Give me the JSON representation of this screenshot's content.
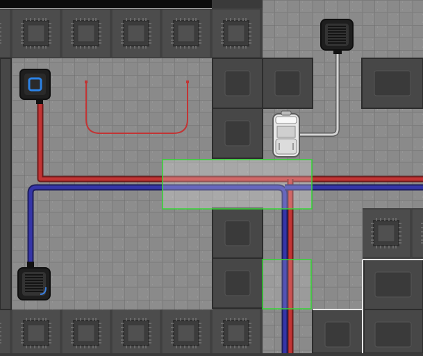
{
  "scene": {
    "type": "top-down station map",
    "colors": {
      "floor": "#8a8a8a",
      "floor_grid": "#6f6f6f",
      "wall": "#474747",
      "wall_dark": "#2f2f2f",
      "pipe_supply": "#b52a2a",
      "pipe_scrubber": "#2f2f9b",
      "pipe_grey": "#cfcfcf",
      "selection_outline": "#33d633",
      "selection_fill": "#ffffff"
    },
    "objects": [
      {
        "id": "air-alarm",
        "kind": "wall-mounted device",
        "accent": "blue"
      },
      {
        "id": "vent-top-right",
        "kind": "air vent"
      },
      {
        "id": "vent-bottom-left",
        "kind": "air vent"
      },
      {
        "id": "canister",
        "kind": "gas canister",
        "color": "white"
      }
    ],
    "selections": [
      {
        "id": "selection-main",
        "kind": "highlighted tiles"
      },
      {
        "id": "selection-lower",
        "kind": "highlighted tiles"
      }
    ]
  }
}
